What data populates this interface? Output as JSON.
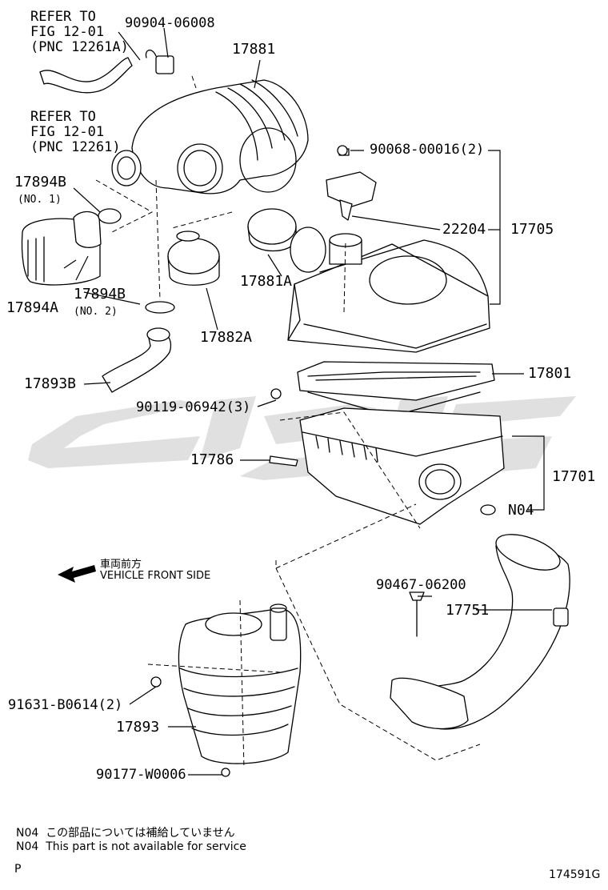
{
  "refs": {
    "ref1": [
      "REFER TO",
      "FIG 12-01",
      "(PNC 12261A)"
    ],
    "ref2": [
      "REFER TO",
      "FIG 12-01",
      "(PNC 12261)"
    ]
  },
  "parts": {
    "p90904": "90904-06008",
    "p17881": "17881",
    "p90068": "90068-00016(2)",
    "p17894B1": "17894B",
    "p17894B1_sub": "(NO. 1)",
    "p22204": "22204",
    "p17705": "17705",
    "p17881A": "17881A",
    "p17894B2": "17894B",
    "p17894B2_sub": "(NO. 2)",
    "p17894A": "17894A",
    "p17882A": "17882A",
    "p17801": "17801",
    "p17893B": "17893B",
    "p90119": "90119-06942(3)",
    "p17786": "17786",
    "p17701": "17701",
    "pN04": "N04",
    "p90467": "90467-06200",
    "p17751": "17751",
    "p91631": "91631-B0614(2)",
    "p17893": "17893",
    "p90177": "90177-W0006"
  },
  "direction": {
    "jp": "車両前方",
    "en": "VEHICLE FRONT SIDE"
  },
  "notes": {
    "n1": "N04  この部品については補給していません",
    "n2": "N04  This part is not available for service"
  },
  "footer": {
    "left": "P",
    "code": "174591G"
  },
  "colors": {
    "line": "#000000",
    "watermark": "#e0e0e0",
    "background": "#ffffff"
  }
}
